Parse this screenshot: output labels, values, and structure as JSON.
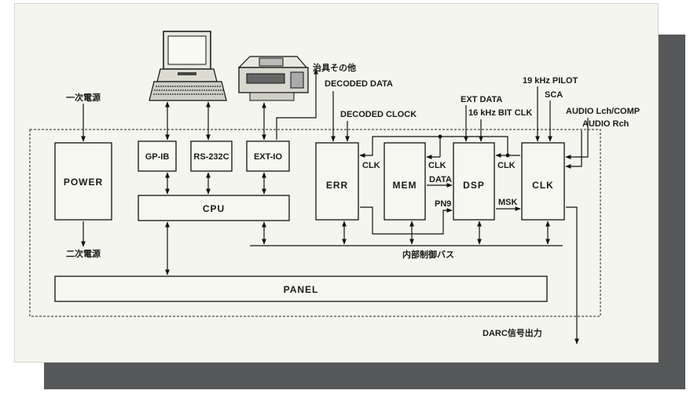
{
  "blocks": {
    "power": "POWER",
    "gpib": "GP-IB",
    "rs232c": "RS-232C",
    "extio": "EXT-IO",
    "cpu": "CPU",
    "err": "ERR",
    "mem": "MEM",
    "dsp": "DSP",
    "clk": "CLK",
    "panel": "PANEL"
  },
  "labels": {
    "primary_power": "一次電源",
    "secondary_power": "二次電源",
    "jig": "治具その他",
    "decoded_data": "DECODED DATA",
    "decoded_clock": "DECODED CLOCK",
    "ext_data": "EXT DATA",
    "bit_clk": "16 kHz BIT CLK",
    "pilot": "19 kHz PILOT",
    "sca": "SCA",
    "audio_l": "AUDIO Lch/COMP",
    "audio_r": "AUDIO Rch",
    "clk_err": "CLK",
    "clk_mem": "CLK",
    "data_mem": "DATA",
    "clk_dsp": "CLK",
    "pn9": "PN9",
    "msk": "MSK",
    "internal_bus": "内部制御バス",
    "darc_out": "DARC信号出力"
  },
  "icons": [
    "computer-icon",
    "printer-device-icon"
  ]
}
